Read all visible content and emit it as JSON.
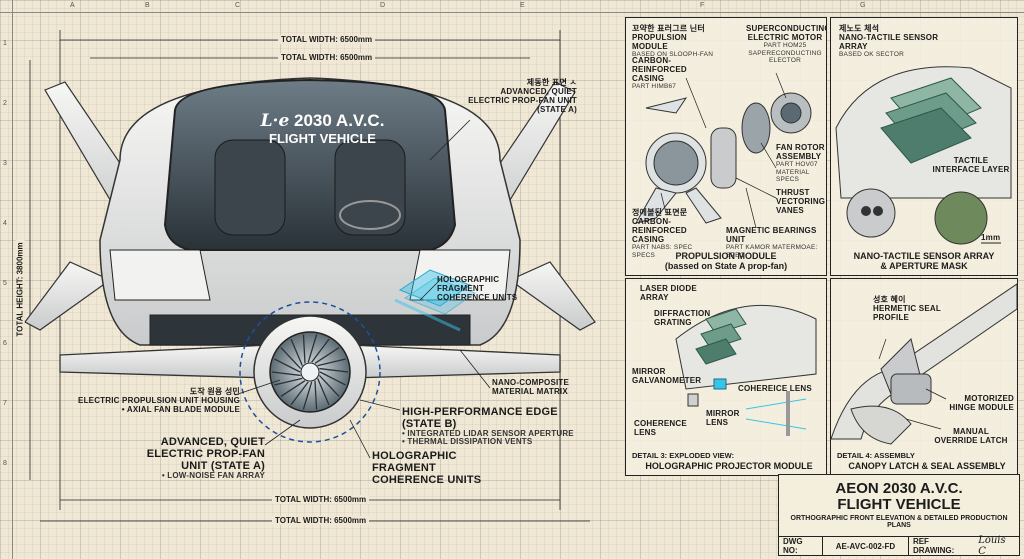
{
  "ruler": {
    "top": [
      "A",
      "B",
      "C",
      "D",
      "E",
      "F",
      "G"
    ],
    "left": [
      "1",
      "2",
      "3",
      "4",
      "5",
      "6",
      "7",
      "8"
    ]
  },
  "main_view": {
    "windshield_brand": "2030 A.V.C.",
    "windshield_sub": "FLIGHT VEHICLE",
    "dim_width_top_1": "TOTAL WIDTH: 6500mm",
    "dim_width_top_2": "TOTAL WIDTH: 6500mm",
    "dim_width_bottom_1": "TOTAL WIDTH: 6500mm",
    "dim_width_bottom_2": "TOTAL WIDTH: 6500mm",
    "dim_height": "TOTAL HEIGHT: 3800mm",
    "callouts": {
      "propfan_top_korean": "제동한 표면 ㅅ",
      "propfan_top": "ADVANCED, QUIET ELECTRIC PROP-FAN UNIT (STATE A)",
      "holo_upper": "HOLOGRAPHIC FRAGMENT COHERENCE UNITS",
      "electric_housing_korean": "도작 원용 성민",
      "electric_housing": "ELECTRIC PROPULSION UNIT HOUSING",
      "axial_fan": "• AXIAL FAN BLADE MODULE",
      "propfan_lower": "ADVANCED, QUIET ELECTRIC PROP-FAN UNIT (STATE A)",
      "low_noise": "• LOW-NOISE FAN ARRAY",
      "nano_composite": "NANO-COMPOSITE MATERIAL MATRIX",
      "high_perf": "HIGH-PERFORMANCE EDGE (STATE B)",
      "lidar": "• INTEGRATED LIDAR SENSOR APERTURE",
      "thermal": "• THERMAL DISSIPATION VENTS",
      "holo_lower": "HOLOGRAPHIC FRAGMENT COHERENCE UNITS"
    }
  },
  "propulsion_panel": {
    "caption_line1": "PROPULSION MODULE",
    "caption_line2": "(bassed on State A prop-fan)",
    "korean_top": "꼬약한 표러그르 닌터",
    "module_label": "PROPULSION MODULE",
    "module_sub": "BASED ON SLOOPH-FAN",
    "casing_top": "CARBON-REINFORCED CASING",
    "casing_top_sub": "PART HIMB67",
    "motor": "SUPERCONDUCTING ELECTRIC MOTOR",
    "motor_sub": "PART HOM25 SAPERECONDUCTING ELECTOR",
    "rotor": "FAN ROTOR ASSEMBLY",
    "rotor_sub": "PART HOV07 MATERIAL SPECS",
    "thrust": "THRUST VECTORING VANES",
    "korean_bottom": "정에볼된 표면문",
    "casing_bottom": "CARBON-REINFORCED CASING",
    "casing_bottom_sub": "PART NABS: SPEC SPECS",
    "magnetic": "MAGNETIC BEARINGS UNIT",
    "magnetic_sub": "PART KAMOR MATERMOAE: SPEC"
  },
  "tactile_panel": {
    "caption_line1": "NANO-TACTILE SENSOR ARRAY",
    "caption_line2": "& APERTURE MASK",
    "korean": "제노도 체석",
    "array": "NANO-TACTILE SENSOR ARRAY",
    "array_sub": "BASED OK SECTOR",
    "interface": "TACTILE INTERFACE LAYER",
    "scale": "1mm"
  },
  "holo_panel": {
    "caption_line1": "DETAIL 3: EXPLODED VIEW:",
    "caption_line2": "HOLOGRAPHIC PROJECTOR MODULE",
    "laser": "LASER DIODE ARRAY",
    "diffraction": "DIFFRACTION GRATING",
    "mirror_galv": "MIRROR GALVANOMETER",
    "coherence_lens_right": "COHEREICE LENS",
    "coherence_lens_left": "COHERENCE LENS",
    "mirror_lens": "MIRROR LENS"
  },
  "canopy_panel": {
    "caption_line1": "DETAIL 4: ASSEMBLY",
    "caption_line2": "CANOPY LATCH & SEAL ASSEMBLY",
    "korean": "성호 혜이",
    "hermetic": "HERMETIC SEAL PROFILE",
    "hinge": "MOTORIZED HINGE MODULE",
    "override": "MANUAL OVERRIDE LATCH"
  },
  "title_block": {
    "title_line1": "AEON 2030 A.V.C.",
    "title_line2": "FLIGHT VEHICLE",
    "subtitle": "ORTHOGRAPHIC FRONT ELEVATION & DETAILED PRODUCTION PLANS",
    "dwg_label": "DWG NO:",
    "dwg_value": "AE-AVC-002-FD",
    "ref_label": "REF DRAWING:"
  },
  "colors": {
    "paper": "#f0e8d4",
    "ink": "#1c1c1c",
    "cyan_glow": "#37c4e8",
    "grid": "#5a6e78"
  }
}
